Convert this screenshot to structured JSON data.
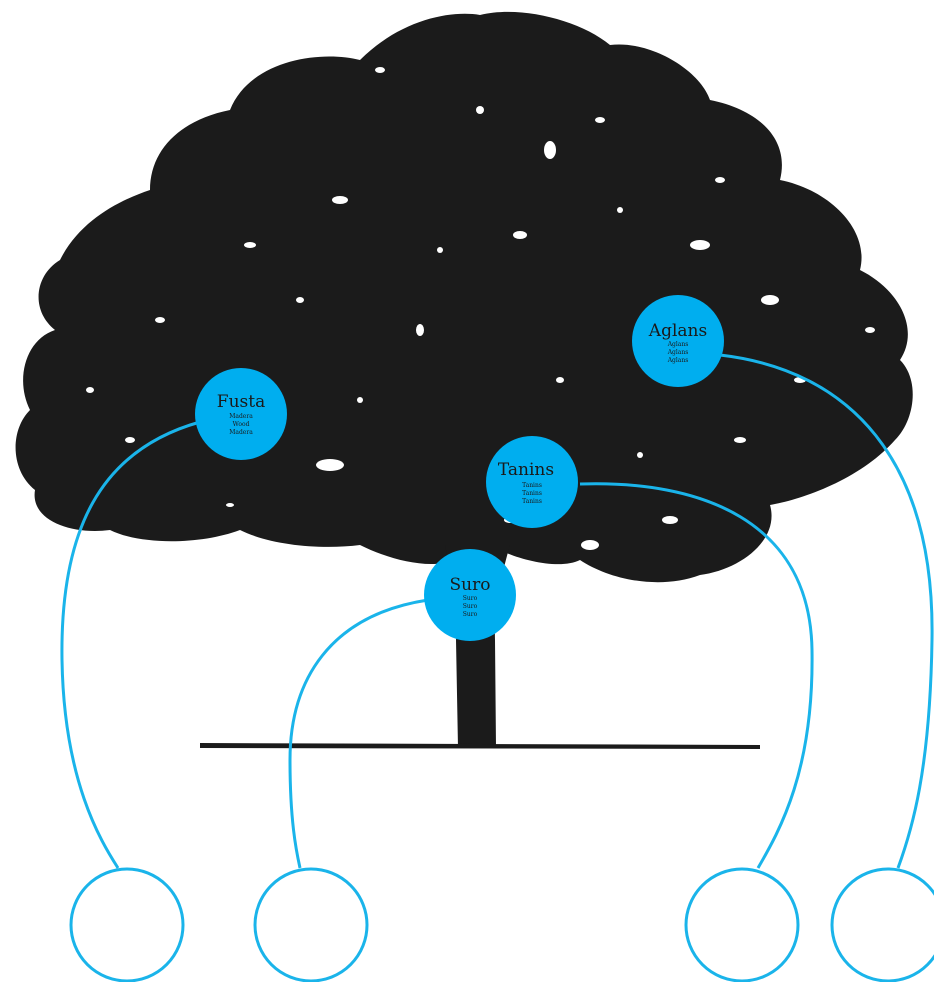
{
  "colors": {
    "tree": "#1b1b1b",
    "node_fill": "#00aeef",
    "connector": "#1ab4ea",
    "background": "#ffffff"
  },
  "nodes": [
    {
      "id": "fusta",
      "title": "Fusta",
      "lines": [
        "Madera",
        "Wood",
        "Madera"
      ]
    },
    {
      "id": "aglans",
      "title": "Aglans",
      "lines": [
        "Aglans",
        "Aglans",
        "Aglans"
      ]
    },
    {
      "id": "tanins",
      "title": "Tanins",
      "lines": [
        "Tanins",
        "Tanins",
        "Tanins"
      ]
    },
    {
      "id": "suro",
      "title": "Suro",
      "lines": [
        "Suro",
        "Suro",
        "Suro"
      ]
    }
  ],
  "empty_circles": 4
}
